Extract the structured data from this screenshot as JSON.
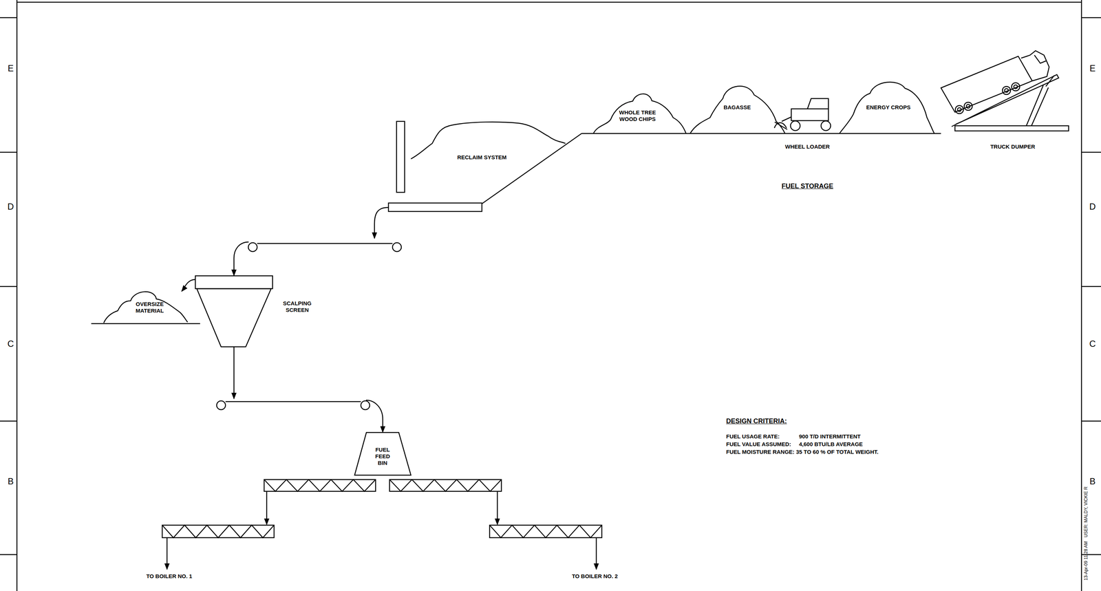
{
  "diagram": {
    "nodes": [
      {
        "text": [
          "WHOLE TREE WOOD CHIPS"
        ]
      },
      {
        "text": [
          "BAGASSE"
        ]
      },
      {
        "text": [
          "WHEEL LOADER"
        ]
      },
      {
        "text": [
          "ENERGY CROPS"
        ]
      },
      {
        "text": [
          "TRUCK DUMPER"
        ]
      },
      {
        "text": [
          "RECLAIM SYSTEM"
        ]
      },
      {
        "text": [
          "SCALPING SCREEN"
        ]
      },
      {
        "text": [
          "OVERSIZE MATERIAL"
        ]
      },
      {
        "text": [
          "FUEL FEED BIN"
        ]
      }
    ],
    "edges": [
      {
        "from": 5,
        "to": 6,
        "arrow": "to"
      },
      {
        "from": 6,
        "to": 7,
        "arrow": "to"
      },
      {
        "from": 6,
        "to": 8,
        "arrow": "to"
      }
    ],
    "labels": [
      "E",
      "E",
      "D",
      "D",
      "C",
      "C",
      "B",
      "B",
      "FUEL STORAGE",
      "DESIGN CRITERIA:",
      "FUEL USAGE RATE:",
      "900 T/D INTERMITTENT",
      "FUEL VALUE ASSUMED:",
      "4,600 BTU/LB AVERAGE",
      "FUEL MOISTURE RANGE:",
      "35 TO 60 % OF TOTAL WEIGHT.",
      "TO BOILER NO. 1",
      "TO BOILER NO. 2",
      "USER: MALDY, VICKIE R",
      "13-Apr-09 11:28 AM"
    ]
  }
}
